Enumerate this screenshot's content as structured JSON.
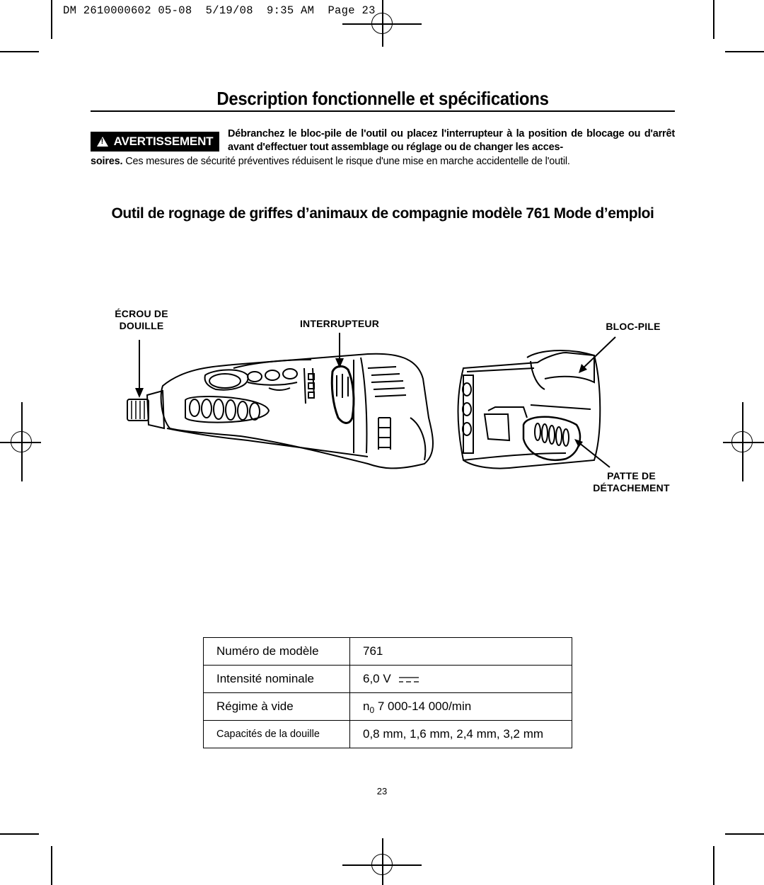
{
  "slug": "DM 2610000602 05-08  5/19/08  9:35 AM  Page 23",
  "title": "Description fonctionnelle et spécifications",
  "warning": {
    "badge": "AVERTISSEMENT",
    "bold_text": "Débranchez le bloc-pile de l'outil ou placez l'interrupteur à la position de blocage ou d'arrêt avant d'effectuer tout assemblage ou réglage ou de changer les acces-",
    "bold_lead": "soires.",
    "rest_text": " Ces mesures de sécurité préventives réduisent le risque d'une mise en marche accidentelle de l'outil."
  },
  "subtitle": "Outil de rognage de griffes d’animaux de compagnie modèle 761 Mode d’emploi",
  "callouts": {
    "collet_nut_1": "ÉCROU DE",
    "collet_nut_2": "DOUILLE",
    "switch": "INTERRUPTEUR",
    "battery": "BLOC-PILE",
    "release_1": "PATTE DE",
    "release_2": "DÉTACHEMENT"
  },
  "specs": [
    {
      "label": "Numéro de modèle",
      "value": "761"
    },
    {
      "label": "Intensité nominale",
      "value": "6,0 V"
    },
    {
      "label": "Régime à vide",
      "value_prefix": "n",
      "value_sub": "0",
      "value": " 7 000-14 000/min"
    },
    {
      "label": "Capacités de la douille",
      "value": "0,8 mm, 1,6 mm, 2,4 mm, 3,2 mm"
    }
  ],
  "page_number": "23"
}
